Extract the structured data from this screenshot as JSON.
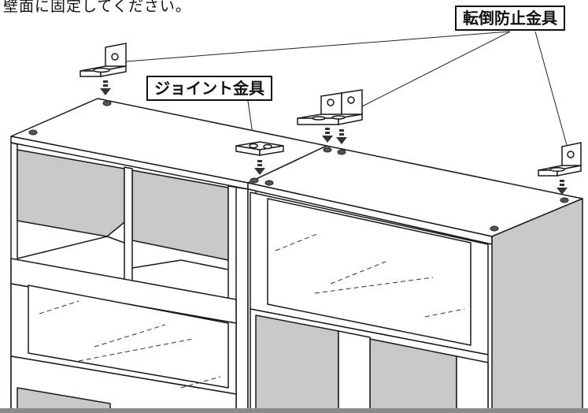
{
  "caption": "壁面に固定してください。",
  "labels": {
    "joint_hardware": "ジョイント金具",
    "anti_tip_hardware": "転倒防止金具"
  },
  "colors": {
    "line": "#1a1a1a",
    "panel_shadow": "#c8c8c8",
    "arrow": "#333333"
  }
}
